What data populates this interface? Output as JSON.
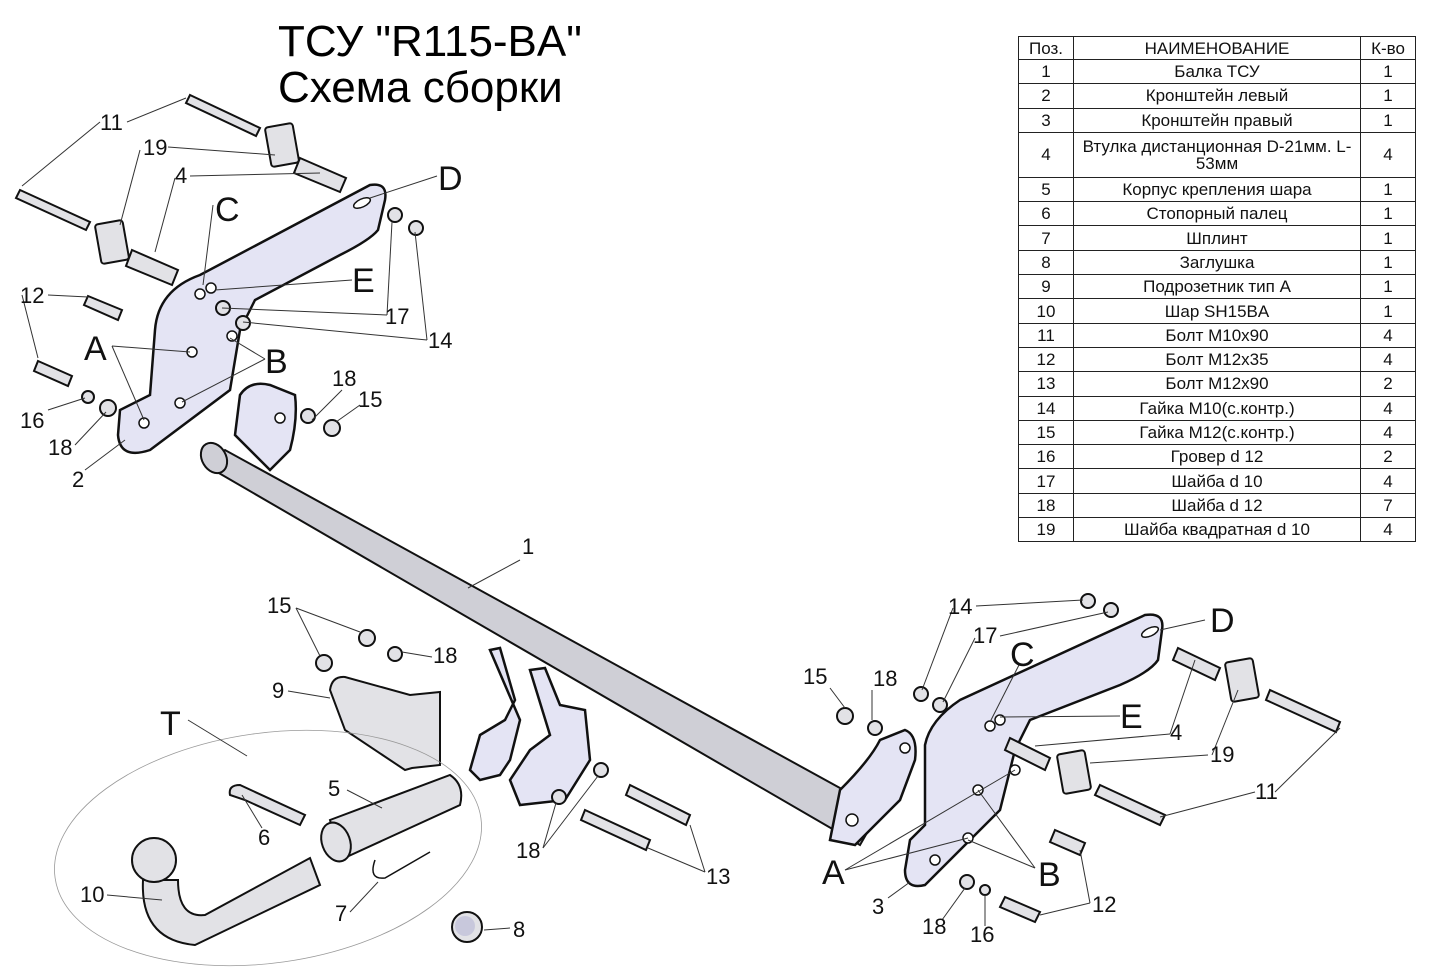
{
  "title": {
    "line1": "ТСУ  \"R115-BA\"",
    "line2": "Схема сборки"
  },
  "table": {
    "headers": [
      "Поз.",
      "НАИМЕНОВАНИЕ",
      "К-во"
    ],
    "rows": [
      {
        "pos": "1",
        "name": "Балка ТСУ",
        "qty": "1"
      },
      {
        "pos": "2",
        "name": "Кронштейн левый",
        "qty": "1"
      },
      {
        "pos": "3",
        "name": "Кронштейн правый",
        "qty": "1"
      },
      {
        "pos": "4",
        "name": "Втулка дистанционная D-21мм. L-53мм",
        "qty": "4"
      },
      {
        "pos": "5",
        "name": "Корпус крепления шара",
        "qty": "1"
      },
      {
        "pos": "6",
        "name": "Стопорный палец",
        "qty": "1"
      },
      {
        "pos": "7",
        "name": "Шплинт",
        "qty": "1"
      },
      {
        "pos": "8",
        "name": "Заглушка",
        "qty": "1"
      },
      {
        "pos": "9",
        "name": "Подрозетник тип А",
        "qty": "1"
      },
      {
        "pos": "10",
        "name": "Шар SH15BA",
        "qty": "1"
      },
      {
        "pos": "11",
        "name": "Болт М10x90",
        "qty": "4"
      },
      {
        "pos": "12",
        "name": "Болт М12x35",
        "qty": "4"
      },
      {
        "pos": "13",
        "name": "Болт М12x90",
        "qty": "2"
      },
      {
        "pos": "14",
        "name": "Гайка М10(с.контр.)",
        "qty": "4"
      },
      {
        "pos": "15",
        "name": "Гайка М12(с.контр.)",
        "qty": "4"
      },
      {
        "pos": "16",
        "name": "Гровер d 12",
        "qty": "2"
      },
      {
        "pos": "17",
        "name": "Шайба d 10",
        "qty": "4"
      },
      {
        "pos": "18",
        "name": "Шайба d 12",
        "qty": "7"
      },
      {
        "pos": "19",
        "name": "Шайба квадратная d 10",
        "qty": "4"
      }
    ]
  },
  "callouts": {
    "left_group": [
      "11",
      "19",
      "4",
      "C",
      "D",
      "E",
      "17",
      "14",
      "12",
      "A",
      "B",
      "16",
      "18",
      "2",
      "18",
      "15"
    ],
    "center": [
      "1",
      "15",
      "18",
      "9",
      "T",
      "5",
      "6",
      "10",
      "7",
      "8",
      "18",
      "13"
    ],
    "right_group": [
      "14",
      "17",
      "D",
      "C",
      "15",
      "18",
      "E",
      "4",
      "19",
      "11",
      "A",
      "B",
      "3",
      "18",
      "16",
      "12"
    ]
  }
}
